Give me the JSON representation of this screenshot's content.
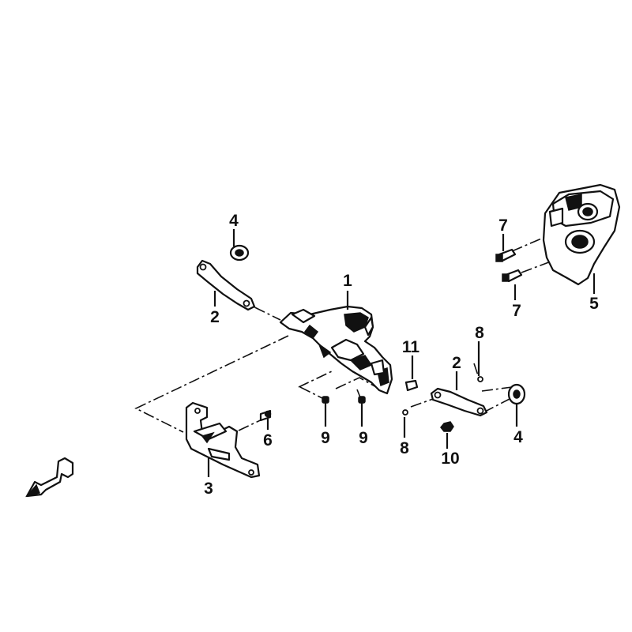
{
  "diagram": {
    "callouts": {
      "c1": "1",
      "c2_left": "2",
      "c2_right": "2",
      "c3": "3",
      "c4_top": "4",
      "c4_right": "4",
      "c5": "5",
      "c6": "6",
      "c7_top": "7",
      "c7_bottom": "7",
      "c8_top": "8",
      "c8_bottom": "8",
      "c9_left": "9",
      "c9_right": "9",
      "c10": "10",
      "c11": "11"
    },
    "icons": {
      "orientation": "front-arrow-icon"
    },
    "colors": {
      "ink": "#111111",
      "paper": "#ffffff"
    }
  }
}
